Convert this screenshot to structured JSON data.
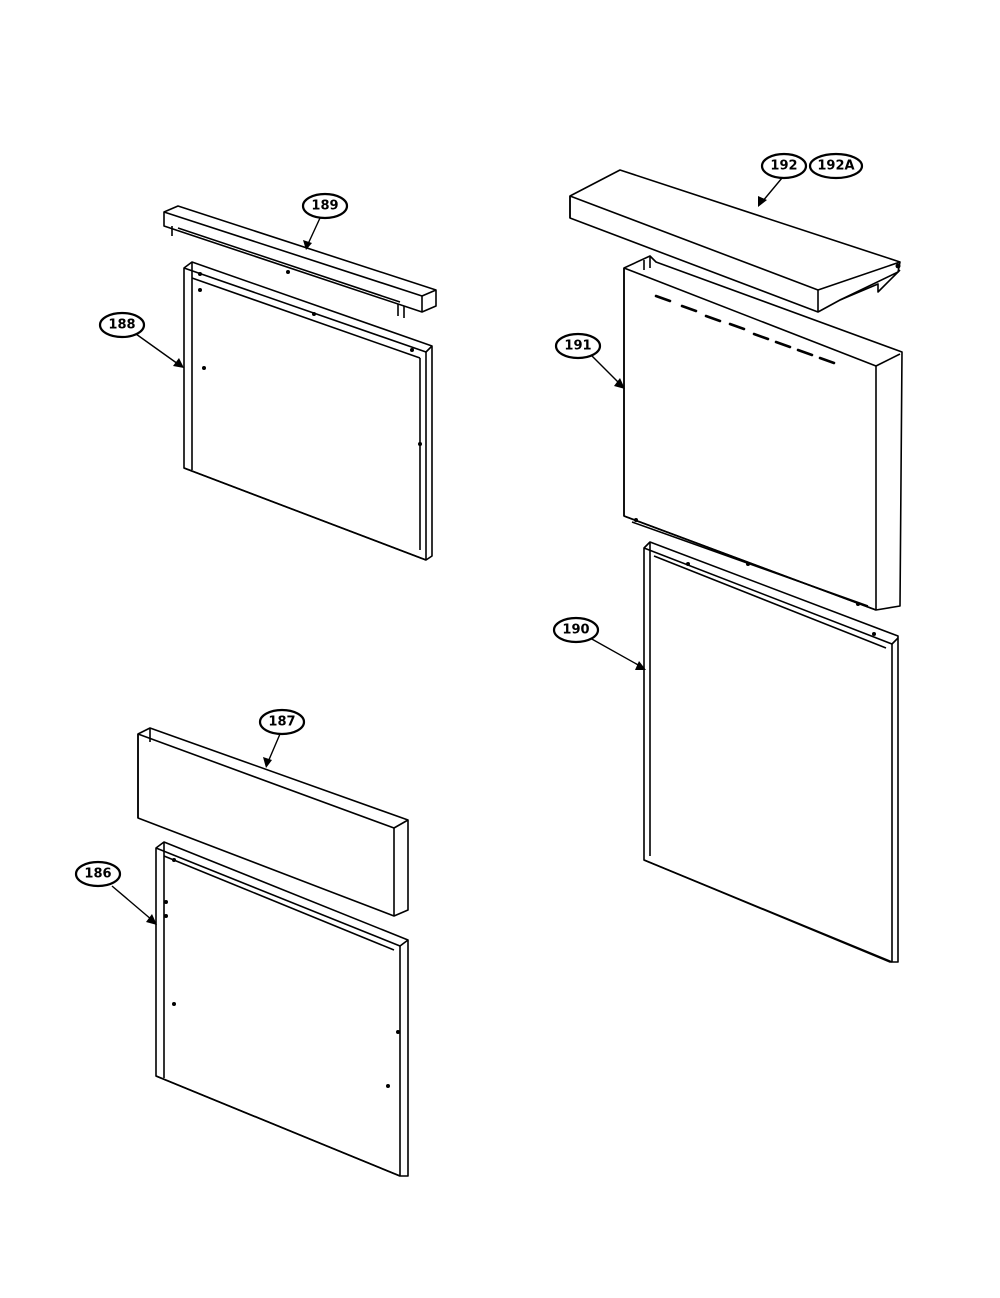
{
  "parts": [
    {
      "id": "p186",
      "label": "186"
    },
    {
      "id": "p187",
      "label": "187"
    },
    {
      "id": "p188",
      "label": "188"
    },
    {
      "id": "p189",
      "label": "189"
    },
    {
      "id": "p190",
      "label": "190"
    },
    {
      "id": "p191",
      "label": "191"
    },
    {
      "id": "p192",
      "label": "192"
    },
    {
      "id": "p192a",
      "label": "192A"
    }
  ]
}
